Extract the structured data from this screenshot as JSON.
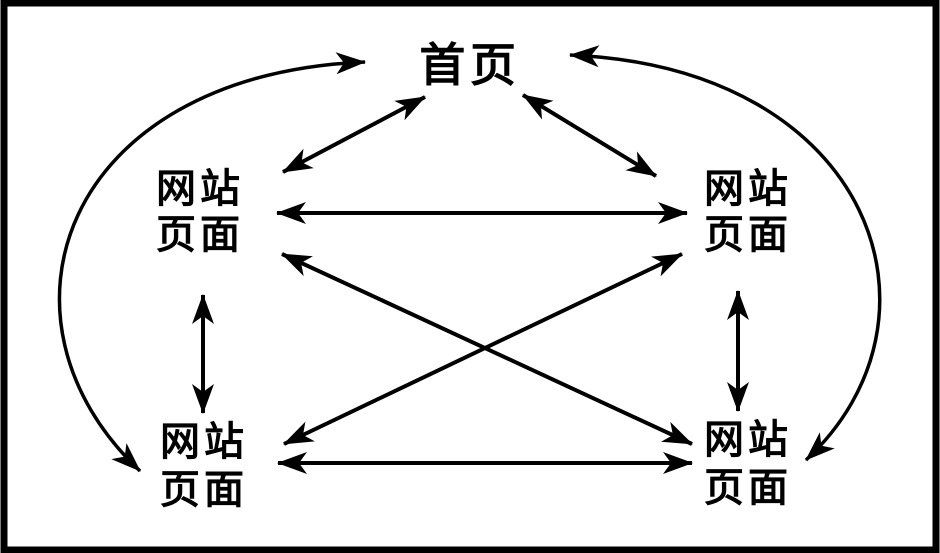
{
  "diagram": {
    "description": "site link structure diagram",
    "colors": {
      "background": "#ffffff",
      "border": "#000000",
      "arrow": "#000000",
      "text": "#000000"
    },
    "nodes": {
      "home": {
        "label": "首页"
      },
      "mid_left": {
        "line1": "网站",
        "line2": "页面"
      },
      "mid_right": {
        "line1": "网站",
        "line2": "页面"
      },
      "bottom_left": {
        "line1": "网站",
        "line2": "页面"
      },
      "bottom_right": {
        "line1": "网站",
        "line2": "页面"
      }
    },
    "edges": [
      {
        "from": "home",
        "to": "mid_left",
        "bidirectional": true,
        "shape": "straight"
      },
      {
        "from": "home",
        "to": "mid_right",
        "bidirectional": true,
        "shape": "straight"
      },
      {
        "from": "mid_left",
        "to": "mid_right",
        "bidirectional": true,
        "shape": "straight"
      },
      {
        "from": "mid_left",
        "to": "bottom_left",
        "bidirectional": true,
        "shape": "straight"
      },
      {
        "from": "mid_right",
        "to": "bottom_right",
        "bidirectional": true,
        "shape": "straight"
      },
      {
        "from": "mid_left",
        "to": "bottom_right",
        "bidirectional": true,
        "shape": "straight"
      },
      {
        "from": "mid_right",
        "to": "bottom_left",
        "bidirectional": true,
        "shape": "straight"
      },
      {
        "from": "bottom_left",
        "to": "bottom_right",
        "bidirectional": true,
        "shape": "straight"
      },
      {
        "from": "home",
        "to": "bottom_left",
        "bidirectional": true,
        "shape": "curved-left"
      },
      {
        "from": "home",
        "to": "bottom_right",
        "bidirectional": true,
        "shape": "curved-right"
      }
    ]
  }
}
